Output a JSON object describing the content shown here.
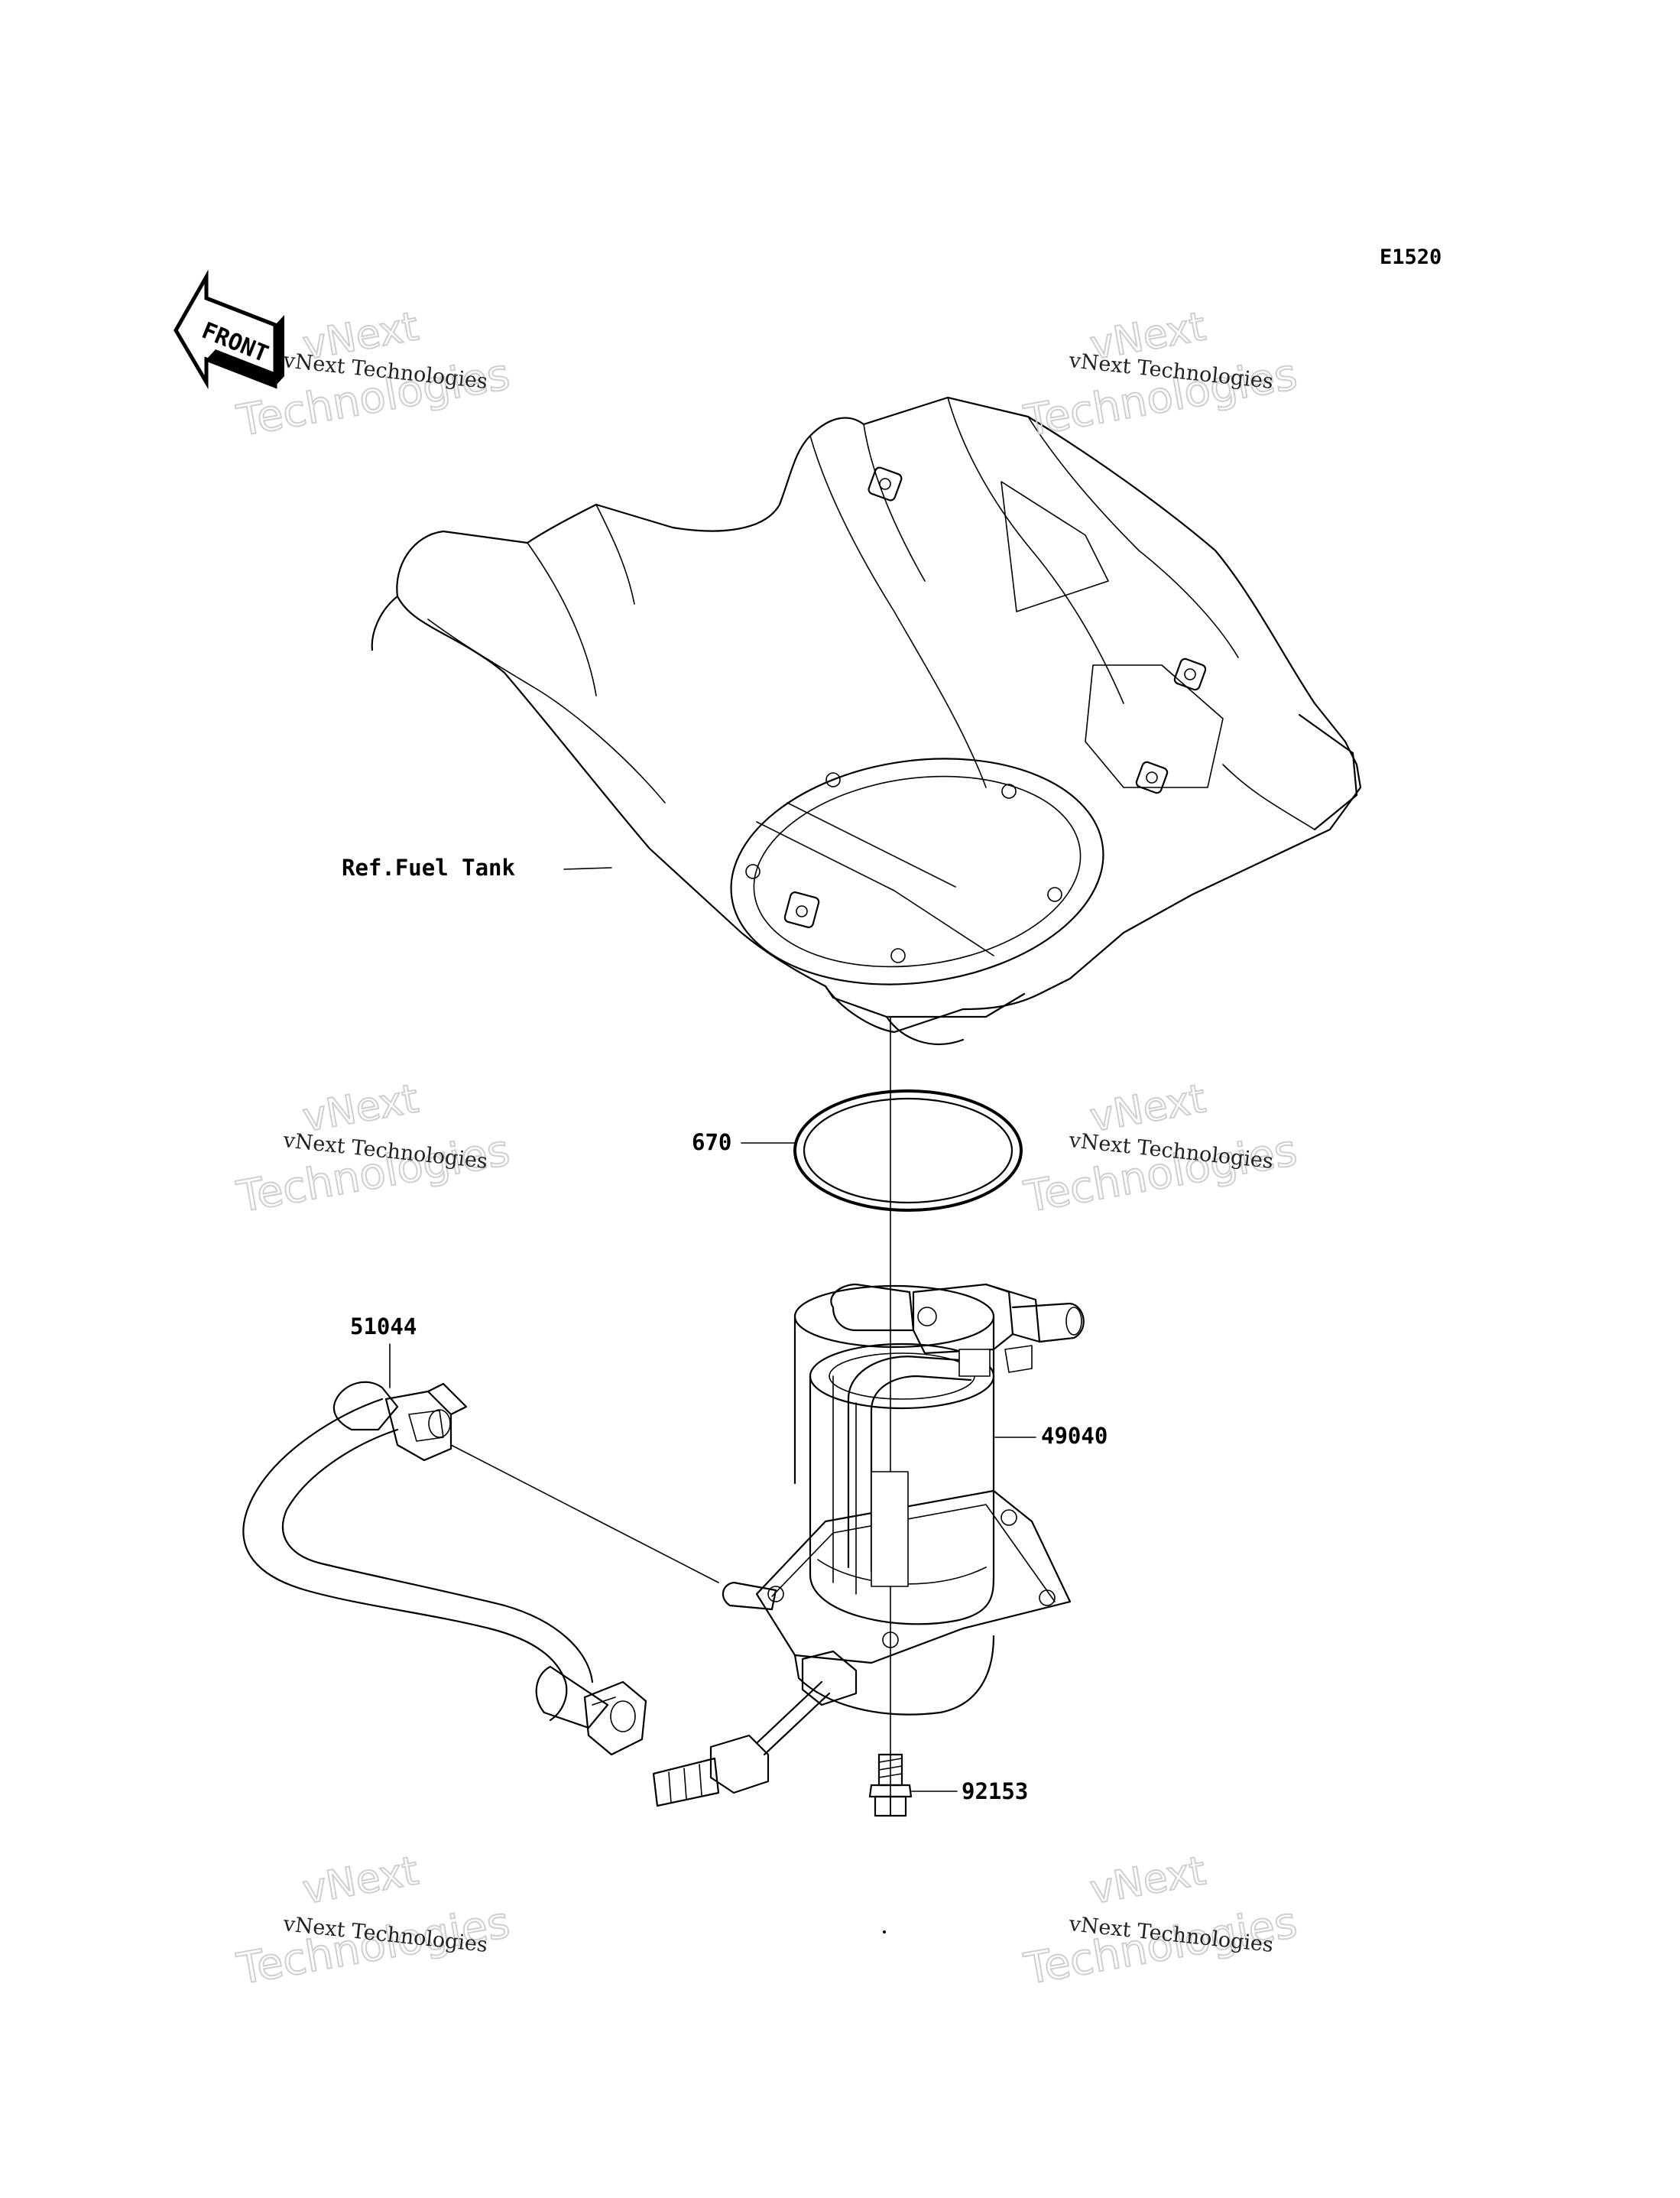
{
  "diagram_code": "E1520",
  "front_label": "FRONT",
  "parts": {
    "ref_fuel_tank": "Ref.Fuel Tank",
    "gasket": "670",
    "hose": "51044",
    "fuel_pump": "49040",
    "bolt": "92153"
  },
  "watermark": {
    "line1": "vNext Technologies",
    "big_top": "vNext",
    "big_bottom": "Technologies"
  }
}
